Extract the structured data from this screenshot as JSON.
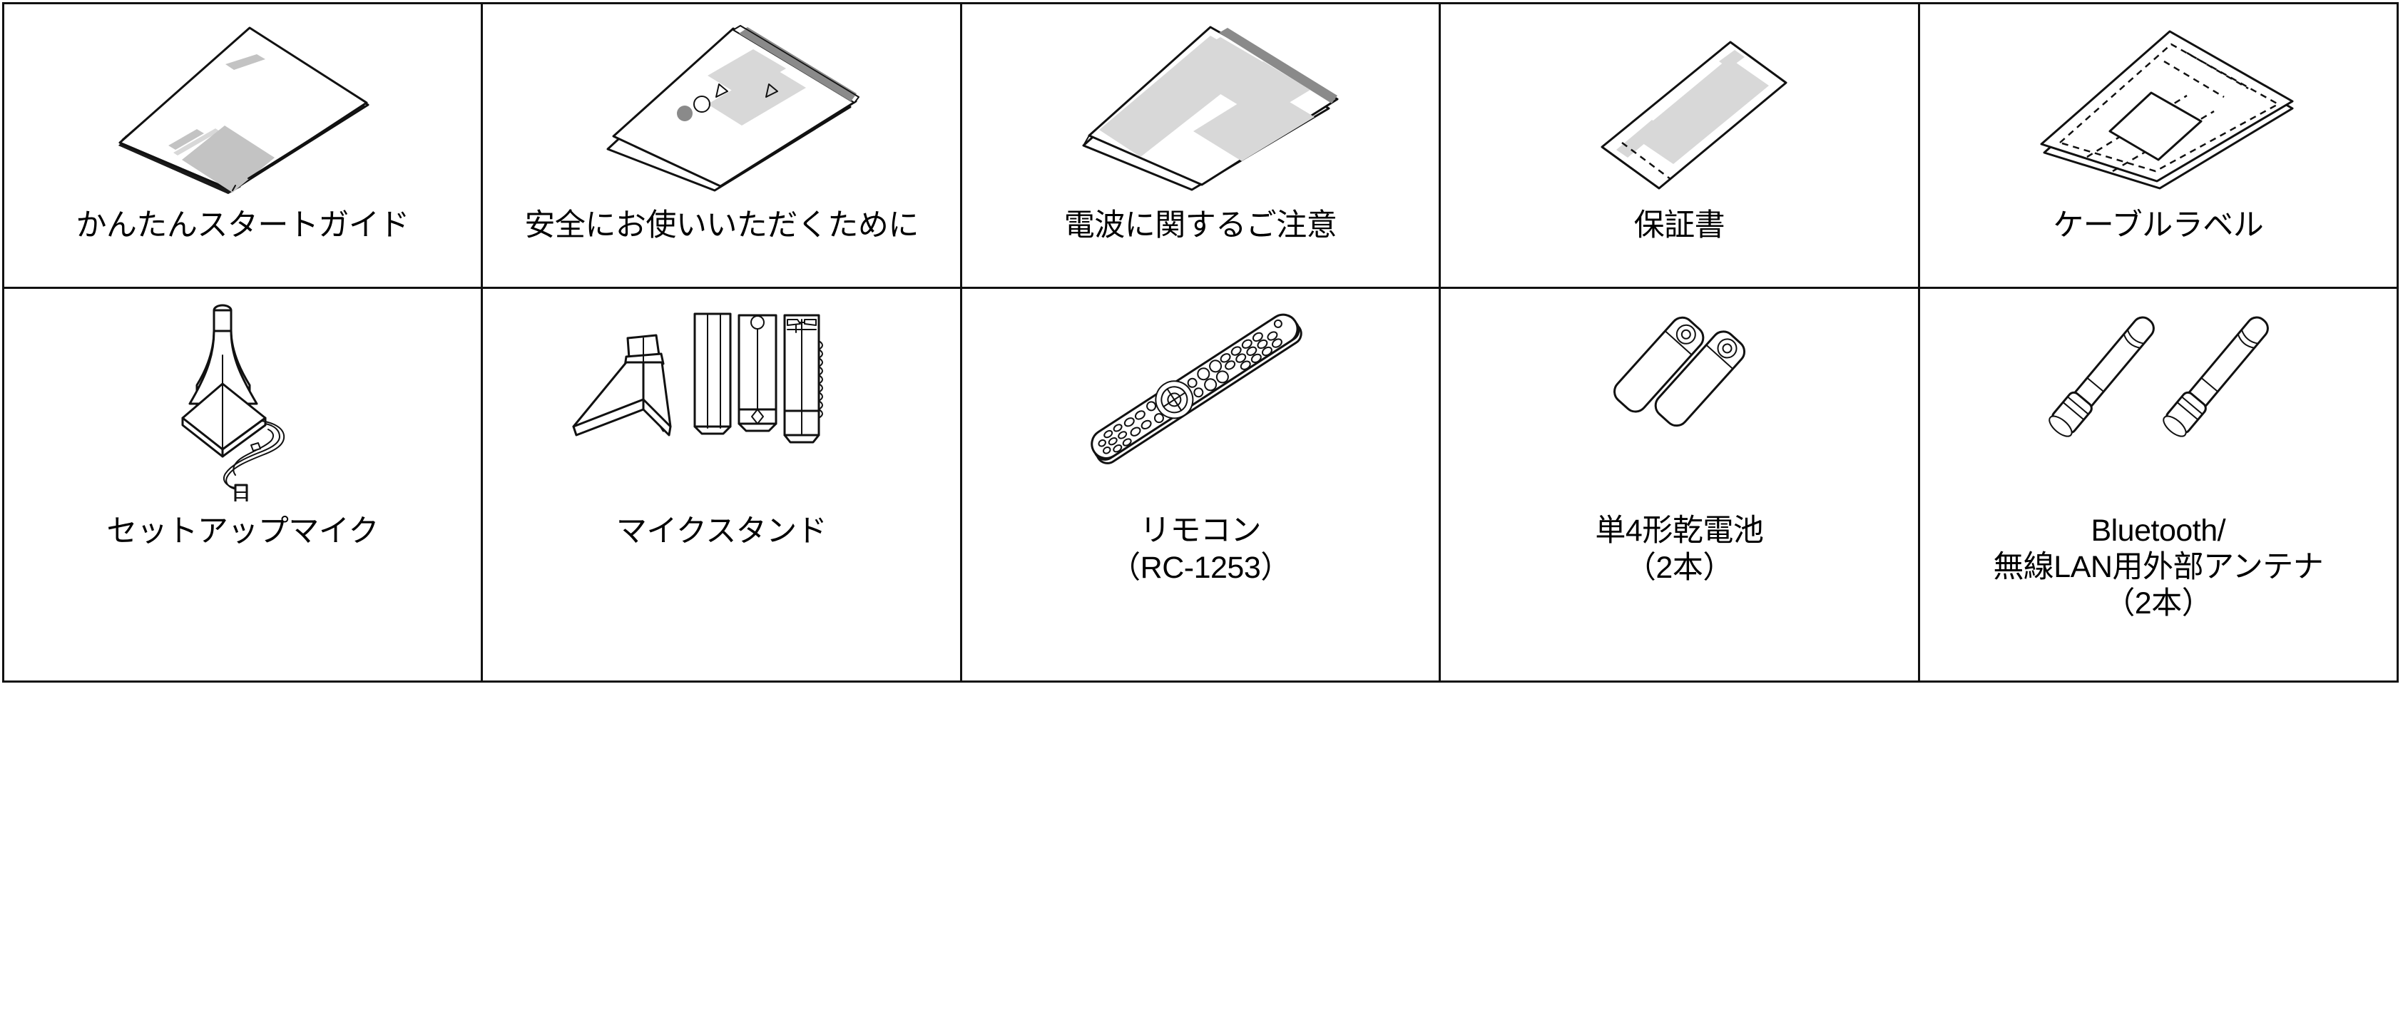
{
  "page": {
    "title": "同梱品",
    "colors": {
      "border": "#111111",
      "background": "#ffffff",
      "text": "#000000",
      "shade_light": "#d8d8d8",
      "shade_medium": "#c3c3c3",
      "shade_dark": "#8a8a8a"
    }
  },
  "accessories_table": {
    "columns": 5,
    "rows": 2,
    "items": [
      {
        "id": "quick-start-guide",
        "icon": "booklet-icon",
        "row": 1,
        "column": 1,
        "label": "かんたんスタートガイド",
        "label_lines": [
          "かんたんスタートガイド"
        ]
      },
      {
        "id": "safety-instructions",
        "icon": "leaflet-icon",
        "row": 1,
        "column": 2,
        "label": "安全にお使いいただくために",
        "label_lines": [
          "安全にお使いいただくために"
        ]
      },
      {
        "id": "radio-wave-cautions",
        "icon": "leaflet-icon",
        "row": 1,
        "column": 3,
        "label": "電波に関するご注意",
        "label_lines": [
          "電波に関するご注意"
        ]
      },
      {
        "id": "warranty-card",
        "icon": "warranty-card-icon",
        "row": 1,
        "column": 4,
        "label": "保証書",
        "label_lines": [
          "保証書"
        ]
      },
      {
        "id": "cable-labels",
        "icon": "cable-label-sheet-icon",
        "row": 1,
        "column": 5,
        "label": "ケーブルラベル",
        "label_lines": [
          "ケーブルラベル"
        ]
      },
      {
        "id": "setup-microphone",
        "icon": "setup-microphone-icon",
        "row": 2,
        "column": 1,
        "label": "セットアップマイク",
        "label_lines": [
          "セットアップマイク"
        ]
      },
      {
        "id": "microphone-stand",
        "icon": "microphone-stand-icon",
        "row": 2,
        "column": 2,
        "label": "マイクスタンド",
        "label_lines": [
          "マイクスタンド"
        ]
      },
      {
        "id": "remote-control",
        "icon": "remote-control-icon",
        "row": 2,
        "column": 3,
        "label": "リモコン\n（RC-1253）",
        "label_lines": [
          "リモコン",
          "（RC-1253）"
        ],
        "model_number": "RC-1253"
      },
      {
        "id": "aaa-batteries",
        "icon": "battery-icon",
        "row": 2,
        "column": 4,
        "label": "単4形乾電池\n（2本）",
        "label_lines": [
          "単4形乾電池",
          "（2本）"
        ],
        "quantity": "2本"
      },
      {
        "id": "external-antennas",
        "icon": "antenna-icon",
        "row": 2,
        "column": 5,
        "label": "Bluetooth/\n無線LAN用外部アンテナ\n（2本）",
        "label_lines": [
          "Bluetooth/",
          "無線LAN用外部アンテナ",
          "（2本）"
        ],
        "quantity": "2本"
      }
    ]
  }
}
